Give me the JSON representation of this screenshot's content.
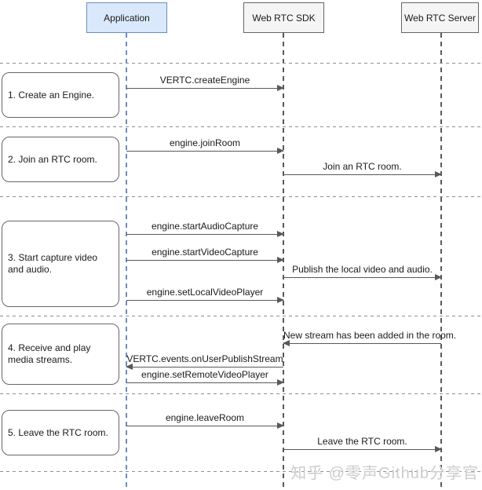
{
  "diagram": {
    "title_hint": "WebRTC SDK sequence diagram",
    "actors": [
      {
        "id": "application",
        "label": "Application"
      },
      {
        "id": "webrtc-sdk",
        "label": "Web RTC SDK"
      },
      {
        "id": "webrtc-server",
        "label": "Web RTC Server"
      }
    ],
    "steps": [
      {
        "label": "1. Create an Engine."
      },
      {
        "label": "2. Join an RTC room."
      },
      {
        "label": "3. Start capture video and audio."
      },
      {
        "label": "4. Receive and play media streams."
      },
      {
        "label": "5. Leave the RTC room."
      }
    ],
    "messages": [
      {
        "label": "VERTC.createEngine",
        "from": "Application",
        "to": "Web RTC SDK"
      },
      {
        "label": "engine.joinRoom",
        "from": "Application",
        "to": "Web RTC SDK"
      },
      {
        "label": "Join an RTC room.",
        "from": "Web RTC SDK",
        "to": "Web RTC Server"
      },
      {
        "label": "engine.startAudioCapture",
        "from": "Application",
        "to": "Web RTC SDK"
      },
      {
        "label": "engine.startVideoCapture",
        "from": "Application",
        "to": "Web RTC SDK"
      },
      {
        "label": "Publish the local video and audio.",
        "from": "Web RTC SDK",
        "to": "Web RTC Server"
      },
      {
        "label": "engine.setLocalVideoPlayer",
        "from": "Application",
        "to": "Web RTC SDK"
      },
      {
        "label": "New stream has been added in the room.",
        "from": "Web RTC Server",
        "to": "Web RTC SDK"
      },
      {
        "label": "VERTC.events.onUserPublishStream",
        "from": "Web RTC SDK",
        "to": "Application"
      },
      {
        "label": "engine.setRemoteVideoPlayer",
        "from": "Application",
        "to": "Web RTC SDK"
      },
      {
        "label": "engine.leaveRoom",
        "from": "Application",
        "to": "Web RTC SDK"
      },
      {
        "label": "Leave the RTC room.",
        "from": "Web RTC SDK",
        "to": "Web RTC Server"
      }
    ],
    "watermark": "知乎 @零声Github分享官",
    "colors": {
      "application_fill": "#dae8fc",
      "application_border": "#6c8ebf",
      "actor_fill": "#f5f5f5",
      "actor_border": "#666666",
      "arrow": "#595959",
      "separator": "#8f8f8f",
      "watermark": "#cccccc"
    }
  }
}
